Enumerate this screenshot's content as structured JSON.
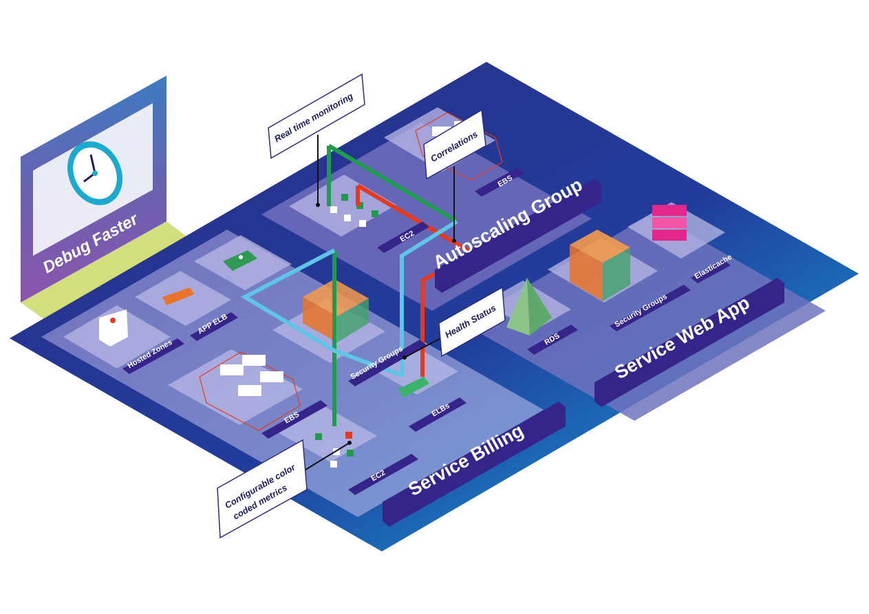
{
  "panel": {
    "title": "Debug Faster",
    "icon": "clock-icon"
  },
  "groups": {
    "autoscaling": {
      "title": "Autoscaling Group",
      "ec2": "EC2",
      "ebs": "EBS"
    },
    "web_app": {
      "title": "Service Web App",
      "rds": "RDS",
      "security_groups": "Security Groups",
      "elasticache": "Elasticache"
    },
    "billing": {
      "title": "Service Billing",
      "hosted_zones": "Hosted Zones",
      "app_elb": "APP ELB",
      "security_groups": "Security Groups",
      "ebs": "EBS",
      "elbs": "ELBs",
      "ec2": "EC2"
    }
  },
  "callouts": {
    "realtime": "Real time monitoring",
    "correlations": "Correlations",
    "health": "Health Status",
    "colorcoded_line1": "Configurable color",
    "colorcoded_line2": "coded metrics"
  },
  "colors": {
    "deep_blue": "#2a2f8f",
    "tile": "#8a84c8",
    "banner": "#35258a",
    "green_link": "#1f9a4e",
    "red_link": "#e63a1e",
    "cyan_link": "#5fc4e6",
    "panel_purple": "#7f5bb0",
    "panel_lime": "#d3de7c"
  }
}
